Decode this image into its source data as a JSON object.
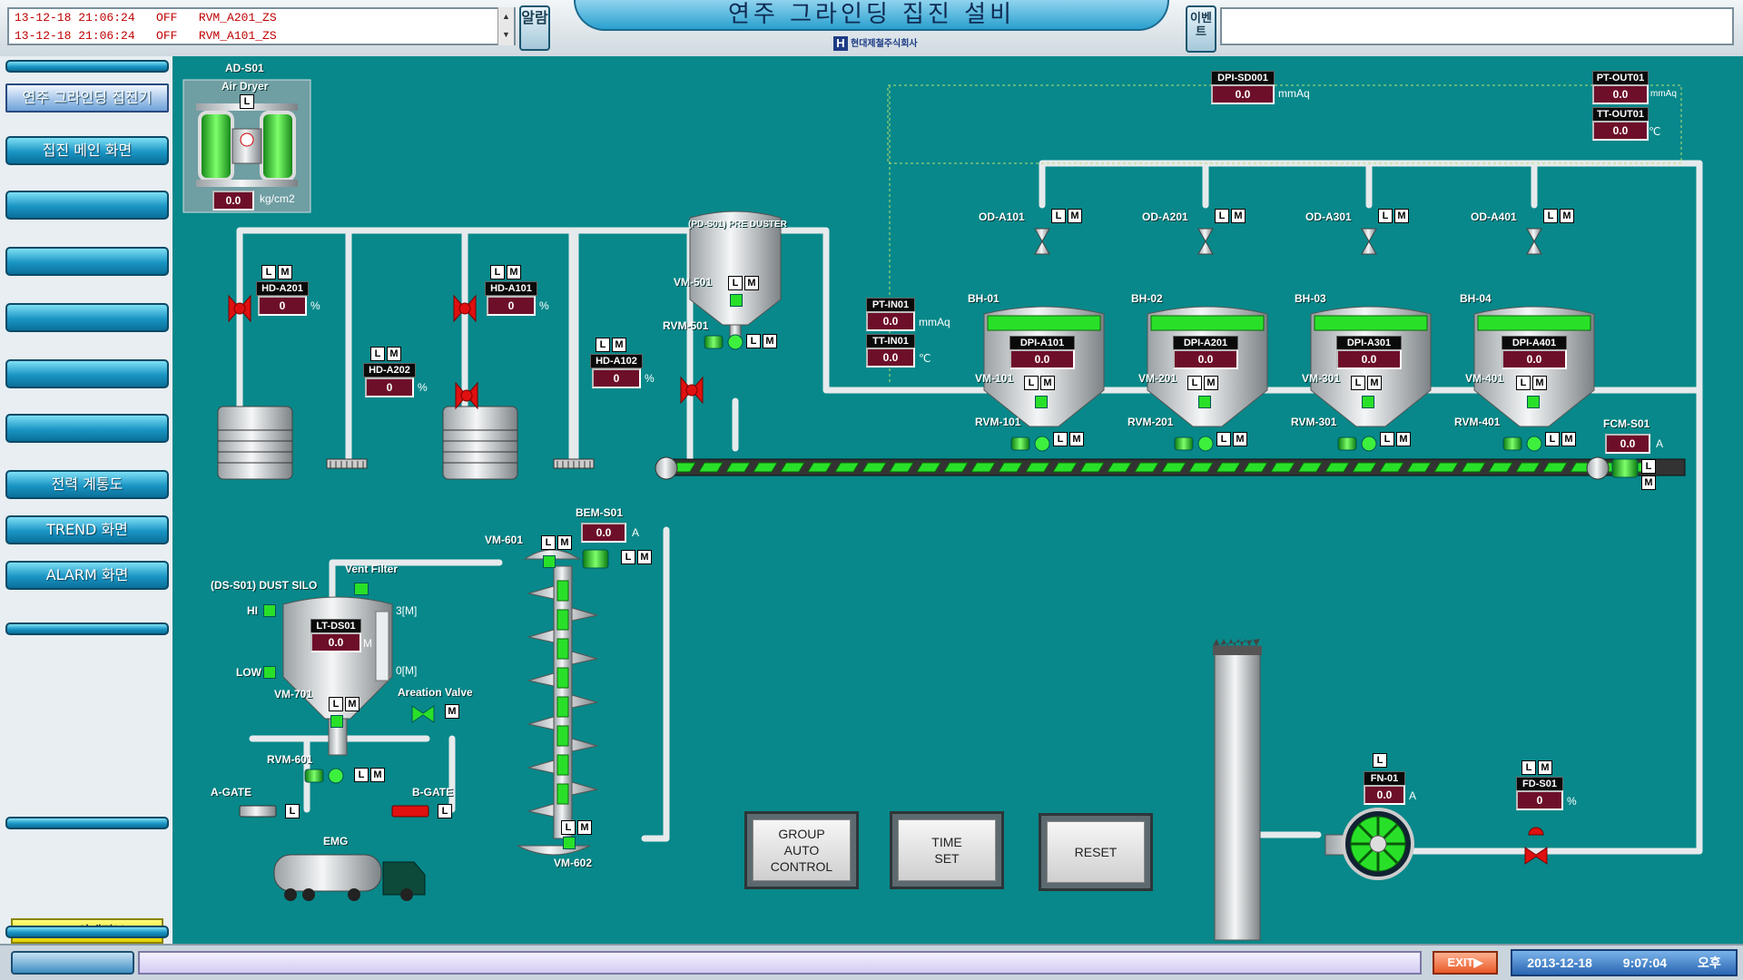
{
  "alarm": {
    "lines": [
      "13-12-18 21:06:24   OFF   RVM_A201_ZS",
      "13-12-18 21:06:24   OFF   RVM_A101_ZS"
    ],
    "button_label": "알람"
  },
  "title": "연주 그라인딩 집진 설비",
  "logo_text": "현대제철주식회사",
  "event_button_label": "이벤트",
  "nav": {
    "selected": "연주 그라인딩 집진기",
    "main": "집진 메인 화면",
    "power": "전력 계통도",
    "trend": "TREND 화면",
    "alarm": "ALARM 화면",
    "plc": "PLC 상태정보"
  },
  "bottom": {
    "exit_label": "EXIT▶",
    "date": "2013-12-18",
    "time": "9:07:04 오후"
  },
  "lm": {
    "l": "L",
    "m": "M"
  },
  "air_dryer": {
    "tag": "AD-S01",
    "name": "Air Dryer",
    "value": "0.0",
    "unit": "kg/cm2"
  },
  "dampers": [
    {
      "tag": "HD-A201",
      "value": "0",
      "unit": "%"
    },
    {
      "tag": "HD-A202",
      "value": "0",
      "unit": "%"
    },
    {
      "tag": "HD-A101",
      "value": "0",
      "unit": "%"
    },
    {
      "tag": "HD-A102",
      "value": "0",
      "unit": "%"
    }
  ],
  "pre_duster": {
    "label": "(PD-S01) PRE DUSTER",
    "vm": "VM-501",
    "rvm": "RVM-501"
  },
  "dpi_sd": {
    "tag": "DPI-SD001",
    "value": "0.0",
    "unit": "mmAq"
  },
  "pt_out": {
    "tag": "PT-OUT01",
    "value": "0.0",
    "unit": "mmAq"
  },
  "tt_out": {
    "tag": "TT-OUT01",
    "value": "0.0",
    "unit": "℃"
  },
  "pt_in": {
    "tag": "PT-IN01",
    "value": "0.0",
    "unit": "mmAq"
  },
  "tt_in": {
    "tag": "TT-IN01",
    "value": "0.0",
    "unit": "℃"
  },
  "bag_houses": [
    {
      "od": "OD-A101",
      "bh": "BH-01",
      "dpi": "DPI-A101",
      "value": "0.0",
      "vm": "VM-101",
      "rvm": "RVM-101"
    },
    {
      "od": "OD-A201",
      "bh": "BH-02",
      "dpi": "DPI-A201",
      "value": "0.0",
      "vm": "VM-201",
      "rvm": "RVM-201"
    },
    {
      "od": "OD-A301",
      "bh": "BH-03",
      "dpi": "DPI-A301",
      "value": "0.0",
      "vm": "VM-301",
      "rvm": "RVM-301"
    },
    {
      "od": "OD-A401",
      "bh": "BH-04",
      "dpi": "DPI-A401",
      "value": "0.0",
      "vm": "VM-401",
      "rvm": "RVM-401"
    }
  ],
  "fcm": {
    "tag": "FCM-S01",
    "value": "0.0",
    "unit": "A"
  },
  "bem": {
    "tag": "BEM-S01",
    "value": "0.0",
    "unit": "A"
  },
  "elevator": {
    "vm_top": "VM-601",
    "vm_bottom": "VM-602"
  },
  "silo": {
    "title": "(DS-S01) DUST SILO",
    "vent": "Vent Filter",
    "hi": "HI",
    "low": "LOW",
    "lt_tag": "LT-DS01",
    "lt_value": "0.0",
    "lt_unit": "M",
    "top_level": "3[M]",
    "bottom_level": "0[M]",
    "vm": "VM-701",
    "aeration": "Areation Valve",
    "rvm": "RVM-601",
    "a_gate": "A-GATE",
    "b_gate": "B-GATE",
    "emg": "EMG"
  },
  "buttons": {
    "group": "GROUP\nAUTO\nCONTROL",
    "time": "TIME\nSET",
    "reset": "RESET"
  },
  "fan": {
    "tag": "FN-01",
    "value": "0.0",
    "unit": "A"
  },
  "fd": {
    "tag": "FD-S01",
    "value": "0",
    "unit": "%"
  }
}
